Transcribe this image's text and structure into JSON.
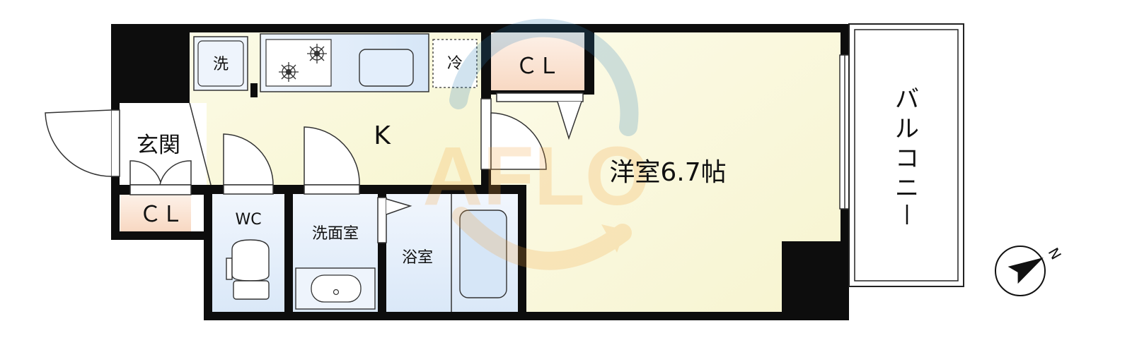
{
  "rooms": {
    "closet_upper": "ＣＬ",
    "closet_lower": "ＣＬ",
    "kitchen": "K",
    "entrance": "玄関",
    "washer": "洗",
    "fridge": "冷",
    "wc": "WC",
    "washroom": "洗面室",
    "bathroom": "浴室",
    "western_room": "洋室6.7帖",
    "balcony": [
      "バ",
      "ル",
      "コ",
      "ニ",
      "ー"
    ]
  },
  "compass": {
    "label": "N",
    "heading_deg": 60
  },
  "watermark": "AFLO",
  "colors": {
    "wall": "#0d0d0d",
    "kitchen_floor": "#fbf9dc",
    "closet_floor": "#fbe6d8",
    "wet_floor": "#e6f0fb",
    "western_floor": "#fbf9dc",
    "watermark_orange": "#f4a23a",
    "watermark_blue": "#2f7fb6"
  }
}
